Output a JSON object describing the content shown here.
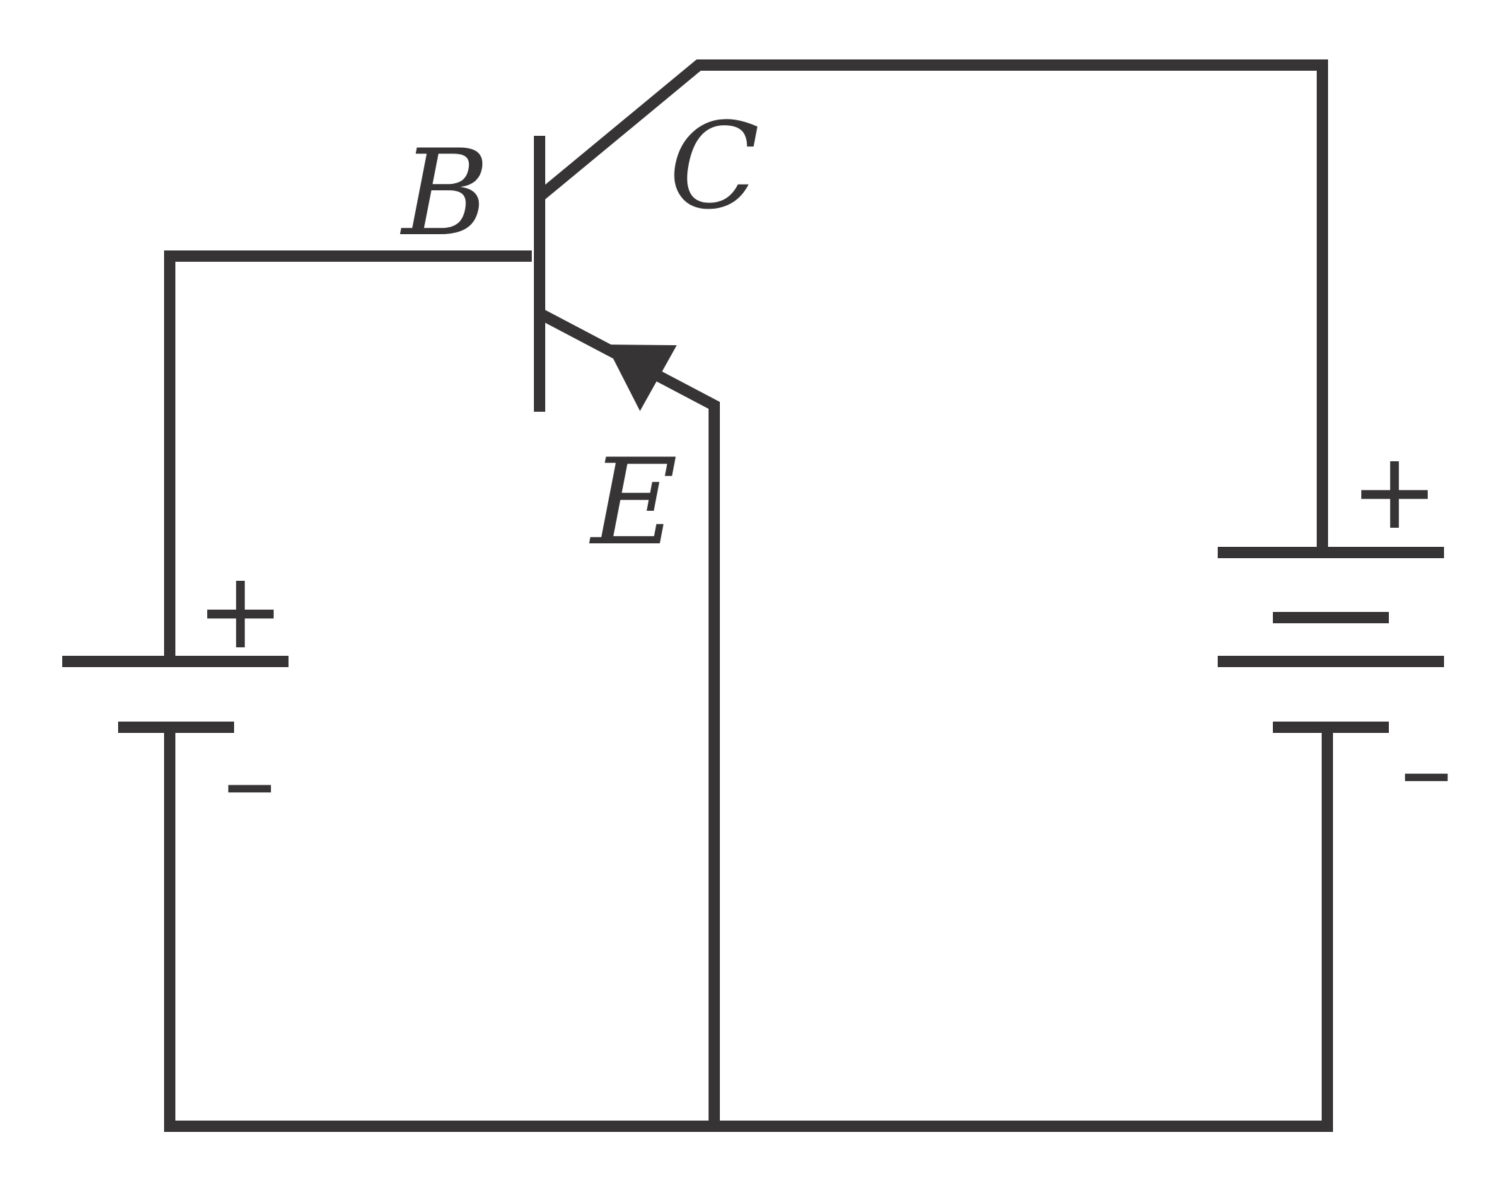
{
  "colors": {
    "ink": "#363434",
    "background": "#ffffff"
  },
  "labels": {
    "base": "B",
    "collector": "C",
    "emitter": "E"
  },
  "battery_left": {
    "plus": "+",
    "minus": "–"
  },
  "battery_right": {
    "plus": "+",
    "minus": "–"
  }
}
